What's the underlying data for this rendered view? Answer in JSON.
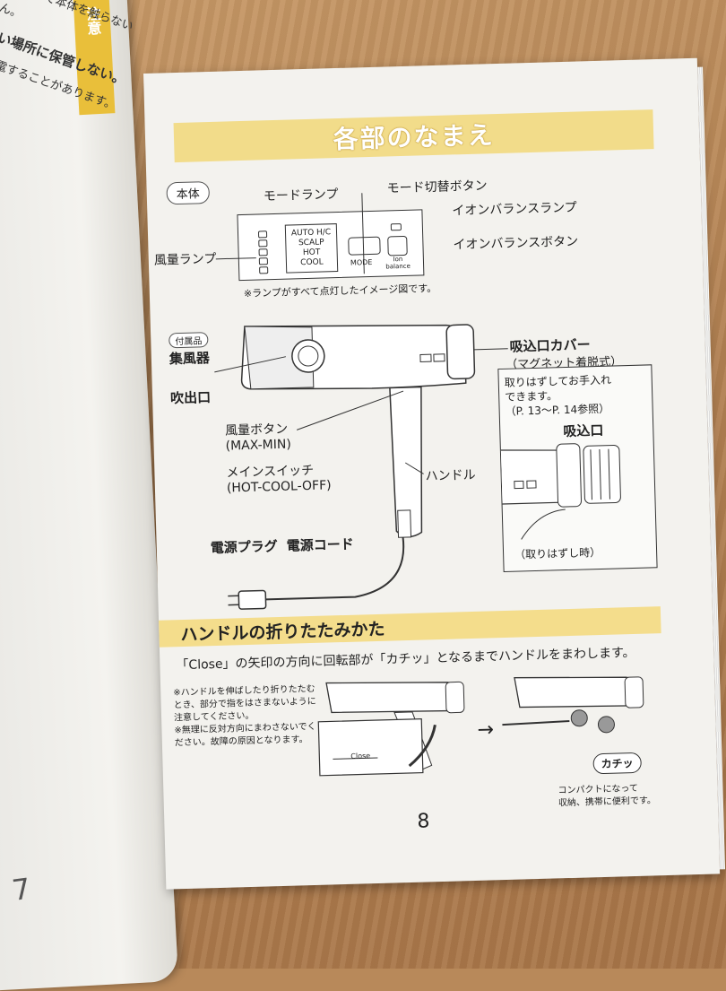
{
  "left_page": {
    "lines": [
      "りません。",
      "の多い場所に保管しない。",
      "の感電することがあります。",
      "に手で本体を触らない"
    ],
    "band_text": "注意",
    "page_number": "7"
  },
  "page": {
    "title": "各部のなまえ",
    "section_label": "本体",
    "labels": {
      "mode_lamp": "モードランプ",
      "mode_button": "モード切替ボタン",
      "ion_lamp": "イオンバランスランプ",
      "ion_button": "イオンバランスボタン",
      "airflow_lamp": "風量ランプ",
      "panel_note": "※ランプがすべて点灯したイメージ図です。",
      "accessory": "付属品",
      "nozzle": "集風器",
      "outlet": "吹出口",
      "intake_cover": "吸込口カバー",
      "intake_cover_sub": "（マグネット着脱式）",
      "airflow_button": "風量ボタン",
      "airflow_button_sub": "(MAX-MIN)",
      "main_switch": "メインスイッチ",
      "main_switch_sub": "(HOT-COOL-OFF)",
      "handle": "ハンドル",
      "plug": "電源プラグ",
      "cord": "電源コード"
    },
    "panel": {
      "mode_lines": [
        "AUTO H/C",
        "SCALP",
        "HOT",
        "COOL"
      ],
      "mode_button_text": "MODE",
      "ion_button_text": "Ion balance"
    },
    "inset": {
      "lines": [
        "取りはずしてお手入れ",
        "できます。",
        "（P. 13～P. 14参照）"
      ],
      "intake": "吸込口",
      "caption": "（取りはずし時）"
    },
    "folding": {
      "heading": "ハンドルの折りたたみかた",
      "instruction": "「Close」の矢印の方向に回転部が「カチッ」となるまでハンドルをまわします。",
      "notes": [
        "※ハンドルを伸ばしたり折りたたむとき、部分で指をはさまないように注意してください。",
        "※無理に反対方向にまわさないでください。故障の原因となります。"
      ],
      "close_label": "Close",
      "click_label": "カチッ",
      "caption_lines": [
        "コンパクトになって",
        "収納、携帯に便利です。"
      ]
    },
    "page_number": "8"
  }
}
